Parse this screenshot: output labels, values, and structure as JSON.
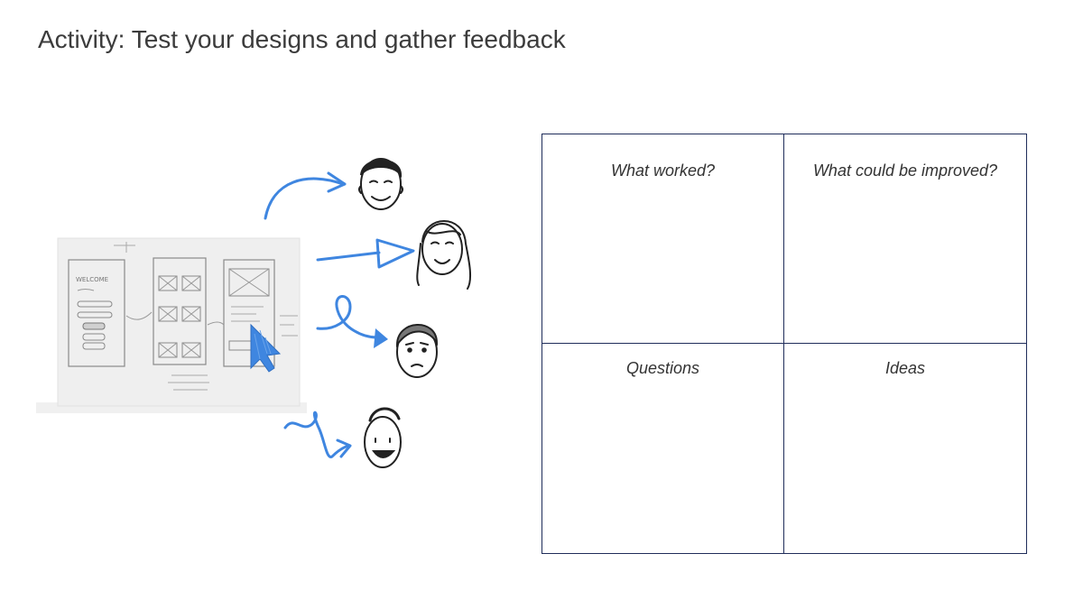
{
  "slide": {
    "title": "Activity: Test your designs and gather feedback"
  },
  "feedback_grid": {
    "top_left": "What worked?",
    "top_right": "What could be improved?",
    "bottom_left": "Questions",
    "bottom_right": "Ideas"
  },
  "colors": {
    "accent_blue": "#3f86e0",
    "grid_border": "#1f2d5a",
    "title_text": "#3c3c3c"
  },
  "icons": [
    "wireframe-sketch-image",
    "cursor-pointer-icon",
    "curved-arrow-icon",
    "straight-arrow-icon",
    "loop-arrow-icon",
    "squiggle-arrow-icon",
    "smiling-man-face-icon",
    "smiling-woman-face-icon",
    "worried-man-face-icon",
    "happy-man-face-icon"
  ]
}
